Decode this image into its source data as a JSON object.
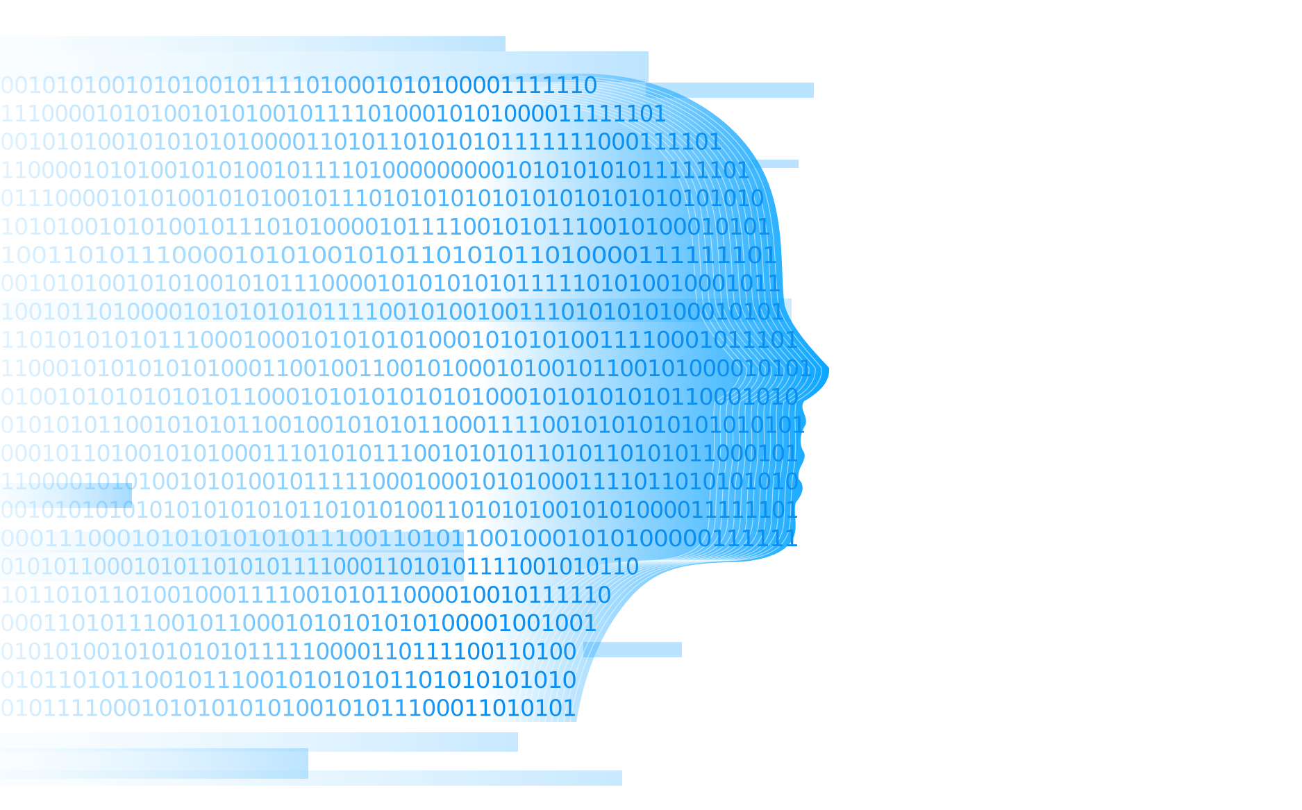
{
  "colors": {
    "primary": "#0a9cff",
    "light": "#8fd3ff",
    "pale": "#d6efff",
    "background": "#ffffff"
  },
  "binary_rows": [
    "0010101001010100101111010001010100001111110",
    "1110000101010010101001011110100010101000011111101",
    "0010101001010101010000110101101010101111111000111101",
    "1100001010100101010010111101000000000101010101011111101",
    "01110000101010010101001011101010101010101010101010101010",
    "1010100101010010111010100001011110010101110010100010101",
    "10011010111000010101001010110101011010000111111101",
    "00101010010101001010111000010101010101111101010010001011",
    "10010110100001010101010111100101001001110101010100010101",
    "11010101010111000100010101010100010101010011110001011101",
    "11000101010101010001100100110010100010100101100101000010101",
    "01001010101010101100010101010101010001010101010110001010",
    "0101010110010101011001001010101100011110010101010101010101",
    "0001011010010101000111010101110010101011010110101011000101",
    "1100001010100101010010111110001000101010001111011010101010",
    "00101010101010101010101101010100110101010010101000011111101",
    "0001110001010101010101110011010110010001010100000111111",
    "010101100010101101010111100011010101111001010110",
    "10110101101001000111100101011000010010111110",
    "000110101110010110001010101010100001001001",
    "010101001010101010111110000110111100110100",
    "0101101011001011100101010101101010101010",
    "01011110001010101010100101011100011010101"
  ]
}
